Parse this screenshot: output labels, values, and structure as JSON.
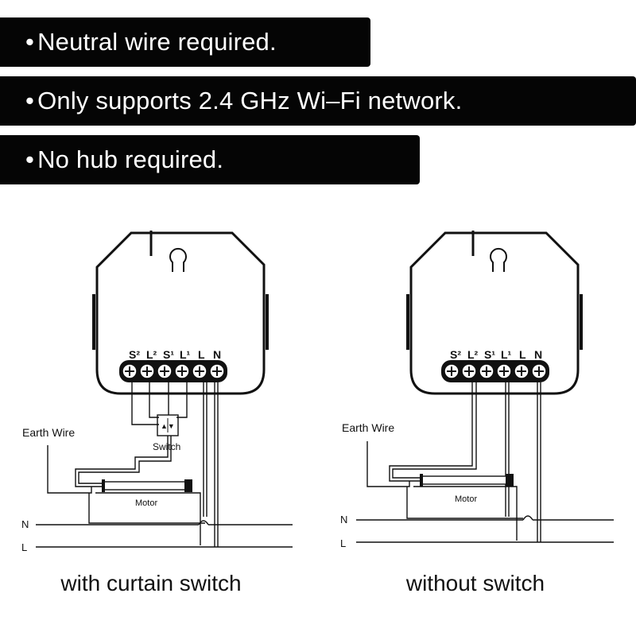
{
  "banners": [
    {
      "bullet": "•",
      "text": "Neutral wire required."
    },
    {
      "bullet": "•",
      "text": "Only supports 2.4 GHz Wi–Fi network."
    },
    {
      "bullet": "•",
      "text": "No hub required."
    }
  ],
  "terminals": [
    "S²",
    "L²",
    "S¹",
    "L¹",
    "L",
    "N"
  ],
  "left_diagram": {
    "earth_label": "Earth Wire",
    "switch_label": "Switch",
    "switch_glyph": "▲▼",
    "motor_label": "Motor",
    "n_label": "N",
    "l_label": "L",
    "caption": "with curtain switch"
  },
  "right_diagram": {
    "earth_label": "Earth Wire",
    "motor_label": "Motor",
    "n_label": "N",
    "l_label": "L",
    "caption": "without switch"
  }
}
